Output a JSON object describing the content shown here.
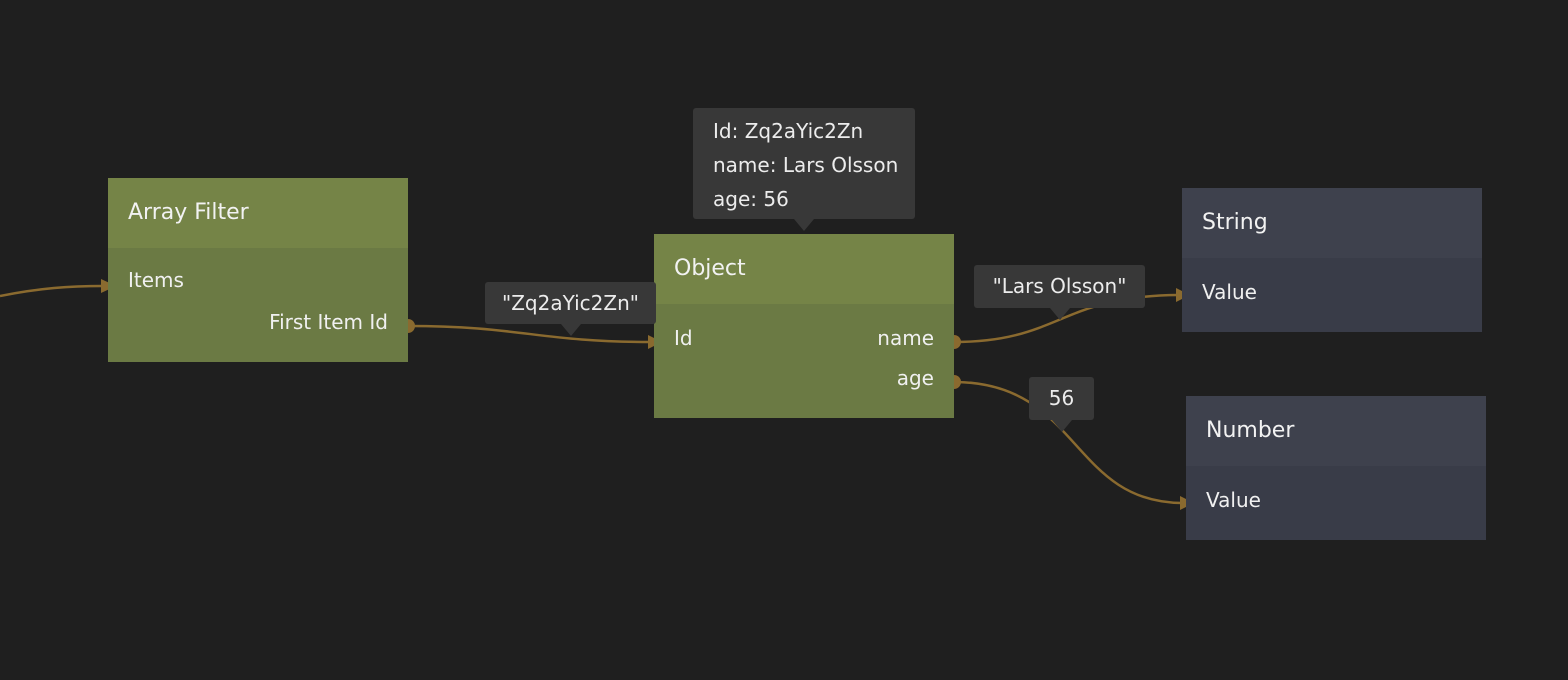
{
  "colors": {
    "background": "#1f1f1f",
    "wire": "#8a6a2f",
    "node_green_header": "#758447",
    "node_green_body": "#6b7a44",
    "node_slate_header": "#3e414d",
    "node_slate_body": "#393c48",
    "tooltip_bg": "#383838"
  },
  "nodes": {
    "array_filter": {
      "title": "Array Filter",
      "inputs": [
        "Items"
      ],
      "outputs": [
        "First Item Id"
      ]
    },
    "object": {
      "title": "Object",
      "inputs": [
        "Id"
      ],
      "outputs": [
        "name",
        "age"
      ]
    },
    "string": {
      "title": "String",
      "inputs": [
        "Value"
      ]
    },
    "number": {
      "title": "Number",
      "inputs": [
        "Value"
      ]
    }
  },
  "tooltips": {
    "object_info": [
      "Id: Zq2aYic2Zn",
      "name: Lars Olsson",
      "age: 56"
    ],
    "id_value": "\"Zq2aYic2Zn\"",
    "name_value": "\"Lars Olsson\"",
    "age_value": "56"
  }
}
